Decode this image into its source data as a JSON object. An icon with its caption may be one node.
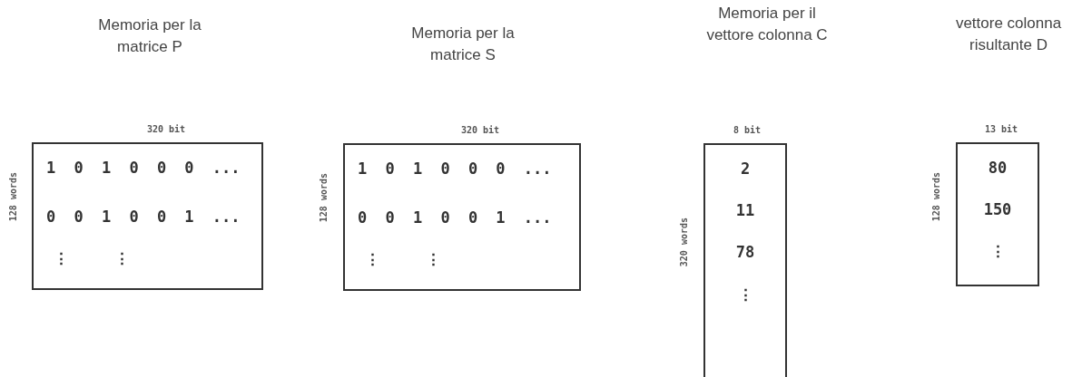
{
  "diagram": {
    "nodes": [
      {
        "text": [
          "Memoria per la matrice P",
          "320 bit",
          "1 0 1 0 0 0 ...",
          "0 0 1 0 0 1 ...",
          "⋮ ⋮"
        ],
        "beside": [
          "128 words"
        ]
      },
      {
        "text": [
          "Memoria per la matrice S",
          "320 bit",
          "1 0 1 0 0 0 ...",
          "0 0 1 0 0 1 ...",
          "⋮ ⋮"
        ],
        "beside": [
          "128 words"
        ]
      },
      {
        "text": [
          "Memoria per il vettore colonna C",
          "8 bit",
          "2",
          "11",
          "78",
          "⋮"
        ],
        "beside": [
          "320 words"
        ]
      },
      {
        "text": [
          "vettore colonna risultante D",
          "13 bit",
          "80",
          "150",
          "⋮"
        ],
        "beside": [
          "128 words"
        ]
      }
    ]
  }
}
